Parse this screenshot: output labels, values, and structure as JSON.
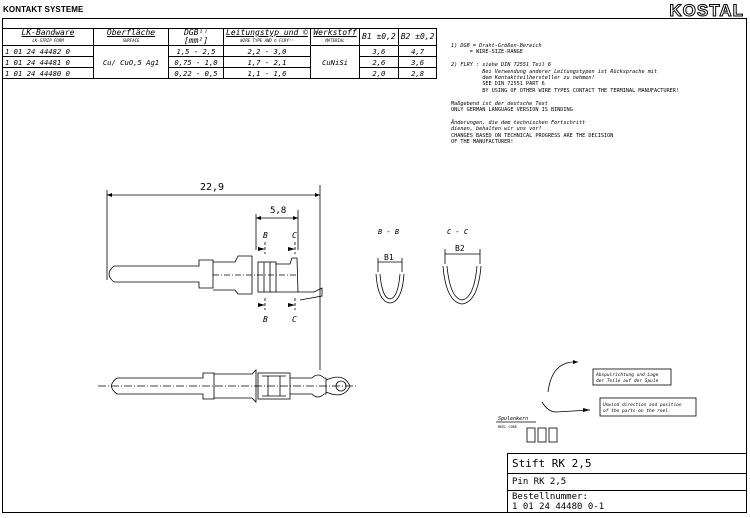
{
  "header": {
    "section": "KONTAKT SYSTEME",
    "logo": "KOSTAL"
  },
  "table": {
    "headers": [
      {
        "main": "LK-Bandware",
        "sub": "LK-STRIP FORM"
      },
      {
        "main": "Oberfläche",
        "sub": "SURFACE"
      },
      {
        "main": "DGB¹⁾",
        "sub": "[mm²]"
      },
      {
        "main": "Leitungstyp und ©",
        "sub": "WIRE TYPE AND © FLRY²⁾"
      },
      {
        "main": "Werkstoff",
        "sub": "MATERIAL"
      },
      {
        "main": "B1 ±0,2",
        "sub": ""
      },
      {
        "main": "B2 ±0,2",
        "sub": ""
      }
    ],
    "rows": [
      {
        "part": "1 01 24 44482 0",
        "dgb": "1,5 - 2,5",
        "flry": "2,2 - 3,0",
        "b1": "3,6",
        "b2": "4,7"
      },
      {
        "part": "1 01 24 44481 0",
        "dgb": "0,75 - 1,0",
        "flry": "1,7 - 2,1",
        "b1": "2,6",
        "b2": "3,6"
      },
      {
        "part": "1 01 24 44480 0",
        "dgb": "0,22 - 0,5",
        "flry": "1,1 - 1,6",
        "b1": "2,0",
        "b2": "2,8"
      }
    ],
    "surface": "Cu/ CuO,5 Ag1",
    "material": "CuNiSi"
  },
  "notes": {
    "n1_line1": "1) DGB = Draht-Größen-Bereich",
    "n1_line2": "      = WIRE-SIZE-RANGE",
    "n2_line1": "2) FLRY : siehe DIN 72551 Teil 6",
    "n2_line2": "          Bei Verwendung anderer Leitungstypen ist Rücksprache mit",
    "n2_line3": "          dem Kontaktteilhersteller zu nehmen!",
    "n2_line4": "          SEE DIN 72551 PART 6",
    "n2_line5": "          BY USING OF OTHER WIRE TYPES CONTACT THE TERMINAL MANUFACTURER!",
    "n3_line1": "Maßgebend ist der deutsche Text",
    "n3_line2": "ONLY GERMAN LANGUAGE VERSION IS BINDING",
    "n4_line1": "Änderungen, die dem technischen Fortschritt",
    "n4_line2": "dienen, behalten wir uns vor!",
    "n4_line3": "CHANGES BASED ON TECHNICAL PROGRESS ARE THE DECISION",
    "n4_line4": "OF THE MANUFACTURER!"
  },
  "drawing": {
    "dim_total": "22,9",
    "dim_crimp": "5,8",
    "sec_b": "B",
    "sec_c": "C",
    "view_bb": "B - B",
    "view_cc": "C - C",
    "b1": "B1",
    "b2": "B2"
  },
  "reel": {
    "note1_line1": "Abspulrichtung und Lage",
    "note1_line2": "der Teile auf der Spule",
    "note2_line1": "Unwind direction and position",
    "note2_line2": "of the parts on the reel.",
    "core_de": "Spulenkern",
    "core_en": "REEL CORE"
  },
  "title_block": {
    "name_de": "Stift RK 2,5",
    "name_en": "Pin RK 2,5",
    "order_label": "Bestellnummer:",
    "order_number": "1 01 24 44480 0-1"
  }
}
